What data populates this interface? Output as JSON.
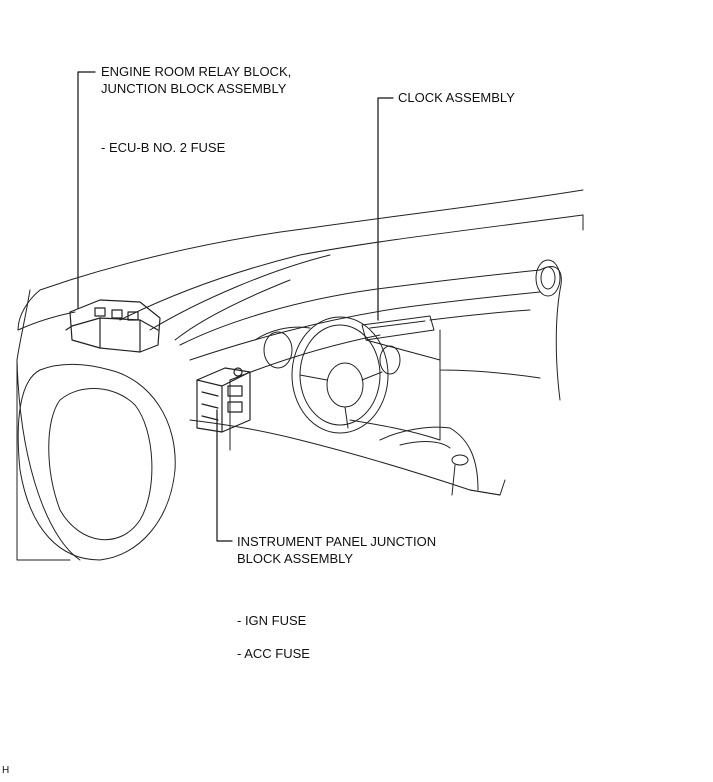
{
  "labels": {
    "engine_room_line1": "ENGINE ROOM RELAY BLOCK,",
    "engine_room_line2": "JUNCTION BLOCK ASSEMBLY",
    "ecu_fuse": "- ECU-B NO. 2 FUSE",
    "clock": "CLOCK ASSEMBLY",
    "ip_junction_line1": "INSTRUMENT PANEL JUNCTION",
    "ip_junction_line2": "BLOCK ASSEMBLY",
    "ign_fuse": "- IGN FUSE",
    "acc_fuse": "- ACC FUSE",
    "corner_code": "H"
  }
}
